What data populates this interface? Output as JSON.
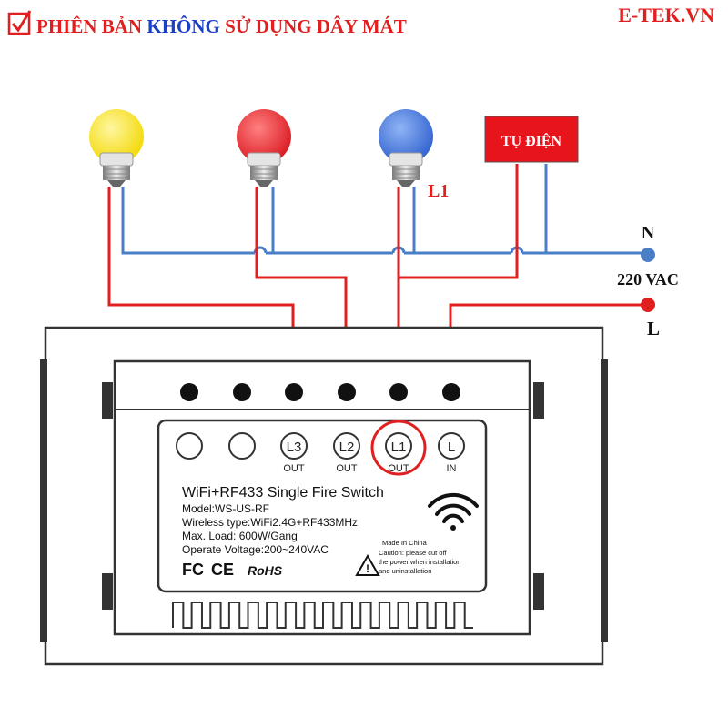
{
  "header": {
    "title_part1": "PHIÊN BẢN ",
    "title_part2": "KHÔNG",
    "title_part3": " SỬ DỤNG DÂY MÁT",
    "brand": "E-TEK.VN"
  },
  "diagram": {
    "capacitor_label": "TỤ ĐIỆN",
    "l1_label": "L1",
    "neutral_label": "N",
    "voltage_label": "220 VAC",
    "line_label": "L"
  },
  "switch_label": {
    "terminals": [
      {
        "name": "L3",
        "sub": "OUT"
      },
      {
        "name": "L2",
        "sub": "OUT"
      },
      {
        "name": "L1",
        "sub": "OUT"
      },
      {
        "name": "L",
        "sub": "IN"
      }
    ],
    "title": "WiFi+RF433 Single Fire Switch",
    "model": "Model:WS-US-RF",
    "wireless": "Wireless type:WiFi2.4G+RF433MHz",
    "max_load": "Max. Load: 600W/Gang",
    "voltage": "Operate Voltage:200~240VAC",
    "made_in": "Made In China",
    "caution1": "Caution: please cut off",
    "caution2": "the power when installation",
    "caution3": "and uninstallation",
    "cert_fc": "FC",
    "cert_ce": "CE",
    "cert_rohs": "RoHS"
  },
  "colors": {
    "red_wire": "#e02020",
    "blue_wire": "#4a7fc8",
    "title_red": "#e02020",
    "title_blue": "#1c3fc8",
    "bulb_yellow": "#f5e000",
    "bulb_red": "#e8242a",
    "bulb_blue": "#3d6fd8"
  }
}
